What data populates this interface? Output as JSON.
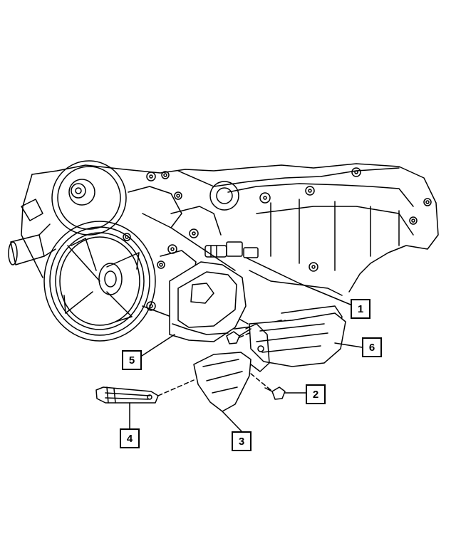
{
  "callouts": {
    "c1": "1",
    "c2": "2",
    "c3": "3",
    "c4": "4",
    "c5": "5",
    "c6": "6"
  },
  "parts": [
    {
      "callout": "1",
      "part": "sensor-connector"
    },
    {
      "callout": "2",
      "part": "bolt"
    },
    {
      "callout": "3",
      "part": "heat-shield-bracket"
    },
    {
      "callout": "4",
      "part": "support-bracket"
    },
    {
      "callout": "5",
      "part": "mounting-bracket"
    },
    {
      "callout": "6",
      "part": "oil-pan"
    }
  ],
  "colors": {
    "line": "#000000",
    "background": "#ffffff",
    "shade": "#dcdcdc"
  }
}
